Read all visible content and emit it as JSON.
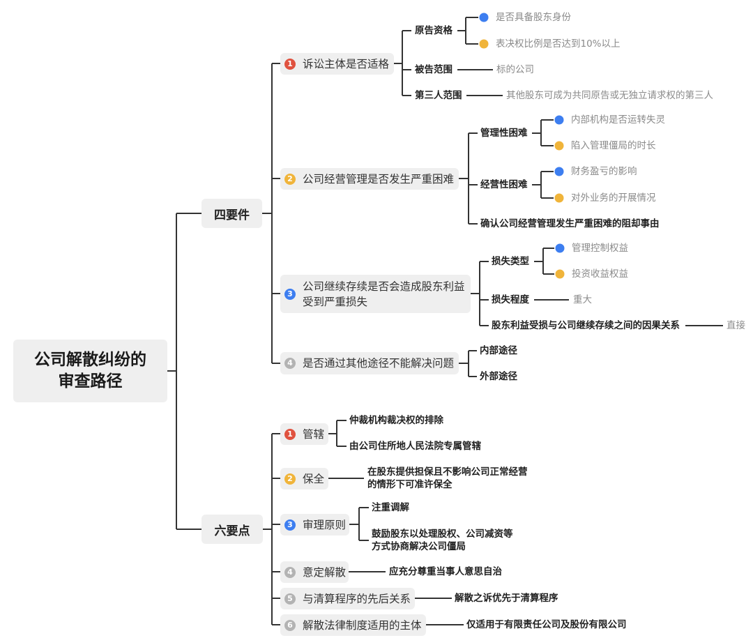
{
  "root": {
    "title_line1": "公司解散纠纷的",
    "title_line2": "审查路径"
  },
  "four_elements": {
    "label": "四要件",
    "items": [
      {
        "number": "1",
        "icon_color": "#e0523f",
        "label": "诉讼主体是否适格",
        "children": [
          {
            "label": "原告资格",
            "children": [
              {
                "label": "是否具备股东身份",
                "dot_color": "#3d7ef0"
              },
              {
                "label": "表决权比例是否达到10%以上",
                "dot_color": "#f0b43a"
              }
            ]
          },
          {
            "label": "被告范围",
            "children": [
              {
                "label": "标的公司"
              }
            ]
          },
          {
            "label": "第三人范围",
            "children": [
              {
                "label": "其他股东可成为共同原告或无独立请求权的第三人"
              }
            ]
          }
        ]
      },
      {
        "number": "2",
        "icon_color": "#f0b43a",
        "label": "公司经营管理是否发生严重困难",
        "children": [
          {
            "label": "管理性困难",
            "children": [
              {
                "label": "内部机构是否运转失灵",
                "dot_color": "#3d7ef0"
              },
              {
                "label": "陷入管理僵局的时长",
                "dot_color": "#f0b43a"
              }
            ]
          },
          {
            "label": "经营性困难",
            "children": [
              {
                "label": "财务盈亏的影响",
                "dot_color": "#3d7ef0"
              },
              {
                "label": "对外业务的开展情况",
                "dot_color": "#f0b43a"
              }
            ]
          },
          {
            "label": "确认公司经营管理发生严重困难的阻却事由"
          }
        ]
      },
      {
        "number": "3",
        "icon_color": "#3d7ef0",
        "label_line1": "公司继续存续是否会造成股东利益",
        "label_line2": "受到严重损失",
        "children": [
          {
            "label": "损失类型",
            "children": [
              {
                "label": "管理控制权益",
                "dot_color": "#3d7ef0"
              },
              {
                "label": "投资收益权益",
                "dot_color": "#f0b43a"
              }
            ]
          },
          {
            "label": "损失程度",
            "children": [
              {
                "label": "重大"
              }
            ]
          },
          {
            "label": "股东利益受损与公司继续存续之间的因果关系",
            "children": [
              {
                "label": "直接"
              }
            ]
          }
        ]
      },
      {
        "number": "4",
        "icon_color": "#b3b3b3",
        "label": "是否通过其他途径不能解决问题",
        "children": [
          {
            "label": "内部途径"
          },
          {
            "label": "外部途径"
          }
        ]
      }
    ]
  },
  "six_points": {
    "label": "六要点",
    "items": [
      {
        "number": "1",
        "icon_color": "#e0523f",
        "label": "管辖",
        "children": [
          {
            "label": "仲裁机构裁决权的排除"
          },
          {
            "label": "由公司住所地人民法院专属管辖"
          }
        ]
      },
      {
        "number": "2",
        "icon_color": "#f0b43a",
        "label": "保全",
        "children": [
          {
            "label_line1": "在股东提供担保且不影响公司正常经营",
            "label_line2": "的情形下可准许保全"
          }
        ]
      },
      {
        "number": "3",
        "icon_color": "#3d7ef0",
        "label": "审理原则",
        "children": [
          {
            "label": "注重调解"
          },
          {
            "label_line1": "鼓励股东以处理股权、公司减资等",
            "label_line2": "方式协商解决公司僵局"
          }
        ]
      },
      {
        "number": "4",
        "icon_color": "#b3b3b3",
        "label": "意定解散",
        "children": [
          {
            "label": "应充分尊重当事人意思自治"
          }
        ]
      },
      {
        "number": "5",
        "icon_color": "#b3b3b3",
        "label": "与清算程序的先后关系",
        "children": [
          {
            "label": "解散之诉优先于清算程序"
          }
        ]
      },
      {
        "number": "6",
        "icon_color": "#b3b3b3",
        "label": "解散法律制度适用的主体",
        "children": [
          {
            "label": "仅适用于有限责任公司及股份有限公司"
          }
        ]
      }
    ]
  }
}
